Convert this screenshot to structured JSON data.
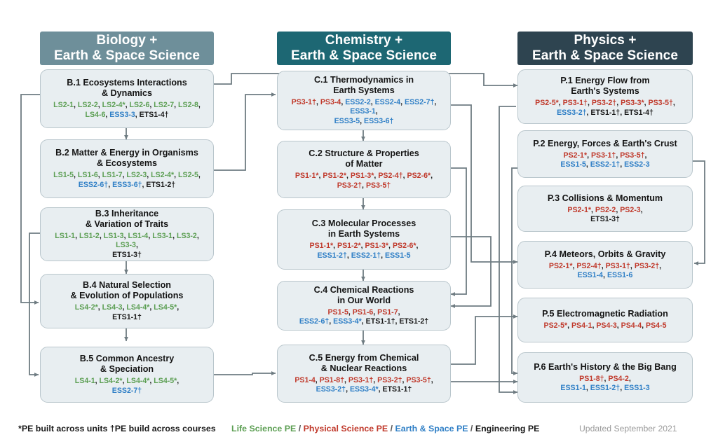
{
  "columns": [
    {
      "id": "biology",
      "header_line1": "Biology +",
      "header_line2": "Earth & Space Science",
      "header_color": "#6e8f9a",
      "units": [
        {
          "id": "B1",
          "title": "B.1 Ecosystems Interactions\n& Dynamics",
          "codes": "LS2-1, LS2-2, LS2-4*, LS2-6, LS2-7, LS2-8,\nLS4-6, ESS3-3, ETS1-4†"
        },
        {
          "id": "B2",
          "title": "B.2 Matter & Energy in Organisms\n& Ecosystems",
          "codes": "LS1-5, LS1-6, LS1-7, LS2-3, LS2-4*, LS2-5,\nESS2-6†, ESS3-6†, ETS1-2†"
        },
        {
          "id": "B3",
          "title": "B.3 Inheritance\n& Variation of Traits",
          "codes": "LS1-1, LS1-2, LS1-3, LS1-4, LS3-1, LS3-2, LS3-3,\nETS1-3†"
        },
        {
          "id": "B4",
          "title": "B.4 Natural Selection\n& Evolution of Populations",
          "codes": "LS4-2*, LS4-3, LS4-4*, LS4-5*,\nETS1-1†"
        },
        {
          "id": "B5",
          "title": "B.5 Common Ancestry\n& Speciation",
          "codes": "LS4-1, LS4-2*, LS4-4*, LS4-5*,\nESS2-7†"
        }
      ]
    },
    {
      "id": "chemistry",
      "header_line1": "Chemistry +",
      "header_line2": "Earth & Space Science",
      "header_color": "#1d6773",
      "units": [
        {
          "id": "C1",
          "title": "C.1 Thermodynamics in\nEarth Systems",
          "codes": "PS3-1†, PS3-4, ESS2-2, ESS2-4, ESS2-7†, ESS3-1,\nESS3-5, ESS3-6†"
        },
        {
          "id": "C2",
          "title": "C.2 Structure & Properties\nof Matter",
          "codes": "PS1-1*, PS1-2*, PS1-3*, PS2-4†, PS2-6*,\nPS3-2†, PS3-5†"
        },
        {
          "id": "C3",
          "title": "C.3 Molecular Processes\nin Earth Systems",
          "codes": "PS1-1*, PS1-2*, PS1-3*, PS2-6*,\nESS1-2†, ESS2-1†, ESS1-5"
        },
        {
          "id": "C4",
          "title": "C.4 Chemical Reactions\nin Our World",
          "codes": "PS1-5, PS1-6, PS1-7,\nESS2-6†, ESS3-4*, ETS1-1†, ETS1-2†"
        },
        {
          "id": "C5",
          "title": "C.5 Energy from Chemical\n& Nuclear Reactions",
          "codes": "PS1-4, PS1-8†, PS3-1†, PS3-2†, PS3-5†,\nESS3-2†, ESS3-4*, ETS1-1†"
        }
      ]
    },
    {
      "id": "physics",
      "header_line1": "Physics +",
      "header_line2": "Earth & Space Science",
      "header_color": "#2e4450",
      "units": [
        {
          "id": "P1",
          "title": "P.1 Energy Flow from\nEarth's Systems",
          "codes": "PS2-5*, PS3-1†, PS3-2†, PS3-3*, PS3-5†,\nESS3-2†, ETS1-1†, ETS1-4†"
        },
        {
          "id": "P2",
          "title": "P.2 Energy, Forces & Earth's Crust",
          "codes": "PS2-1*, PS3-1†, PS3-5†,\nESS1-5, ESS2-1†, ESS2-3"
        },
        {
          "id": "P3",
          "title": "P.3 Collisions & Momentum",
          "codes": "PS2-1*, PS2-2, PS2-3,\nETS1-3†"
        },
        {
          "id": "P4",
          "title": "P.4 Meteors, Orbits & Gravity",
          "codes": "PS2-1*, PS2-4†, PS3-1†, PS3-2†,\nESS1-4, ESS1-6"
        },
        {
          "id": "P5",
          "title": "P.5 Electromagnetic Radiation",
          "codes": "PS2-5*, PS4-1, PS4-3, PS4-4, PS4-5"
        },
        {
          "id": "P6",
          "title": "P.6 Earth's History & the Big Bang",
          "codes": "PS1-8†, PS4-2,\nESS1-1, ESS1-2†, ESS1-3"
        }
      ]
    }
  ],
  "footer": {
    "note": "*PE built across units  †PE build across courses",
    "legend": [
      {
        "label": "Life Science PE",
        "color": "#5b9e52"
      },
      {
        "label": "Physical Science PE",
        "color": "#c0392b"
      },
      {
        "label": "Earth & Space PE",
        "color": "#2f7fc6"
      },
      {
        "label": "Engineering PE",
        "color": "#1a1a1a"
      }
    ],
    "legend_separator": " / ",
    "updated": "Updated September 2021"
  },
  "colors": {
    "box_fill": "#e8eef1",
    "box_border": "#b9c6cc",
    "connector": "#6f7c82",
    "life_science": "#5b9e52",
    "physical_science": "#c0392b",
    "earth_space": "#2f7fc6",
    "engineering": "#1a1a1a"
  }
}
